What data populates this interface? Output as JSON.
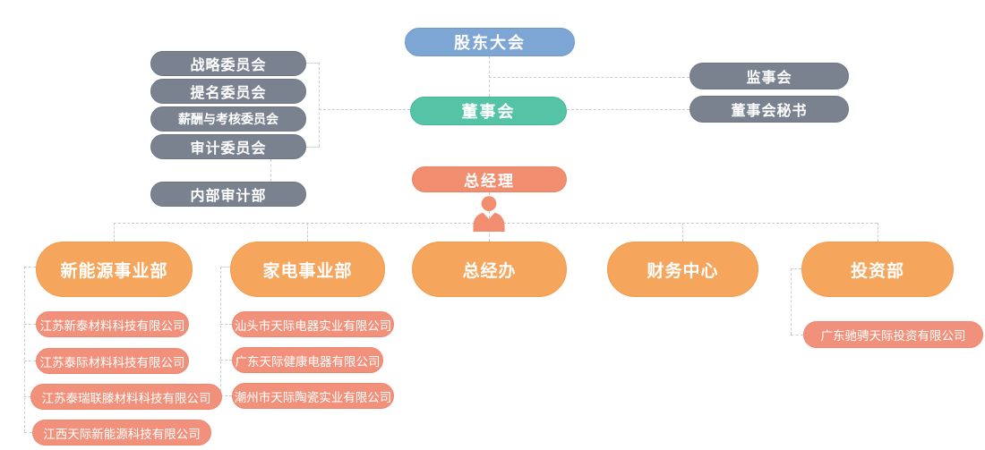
{
  "org": {
    "shareholders": "股东大会",
    "board": "董事会",
    "general_manager": "总经理",
    "committees": [
      "战略委员会",
      "提名委员会",
      "薪酬与考核委员会",
      "审计委员会"
    ],
    "internal_audit": "内部审计部",
    "supervisory_board": "监事会",
    "board_secretary": "董事会秘书",
    "departments": [
      {
        "label": "新能源事业部",
        "subsidiaries": [
          "江苏新泰材料科技有限公司",
          "江苏泰际材料科技有限公司",
          "江苏泰瑞联滕材料科技有限公司",
          "江西天际新能源科技有限公司"
        ]
      },
      {
        "label": "家电事业部",
        "subsidiaries": [
          "汕头市天际电器实业有限公司",
          "广东天际健康电器有限公司",
          "潮州市天际陶瓷实业有限公司"
        ]
      },
      {
        "label": "总经办",
        "subsidiaries": []
      },
      {
        "label": "财务中心",
        "subsidiaries": []
      },
      {
        "label": "投资部",
        "subsidiaries": [
          "广东驰骋天际投资有限公司"
        ]
      }
    ],
    "icons": {
      "person": "person-icon"
    },
    "colors": {
      "top_blue": "#7EA6D5",
      "board_teal": "#55C3A6",
      "manager_salmon": "#F28E70",
      "subsidiary_salmon": "#F2917B",
      "department_orange": "#F5A65C",
      "committee_gray": "#7A8290",
      "connector_gray": "#C9CCD0"
    }
  }
}
